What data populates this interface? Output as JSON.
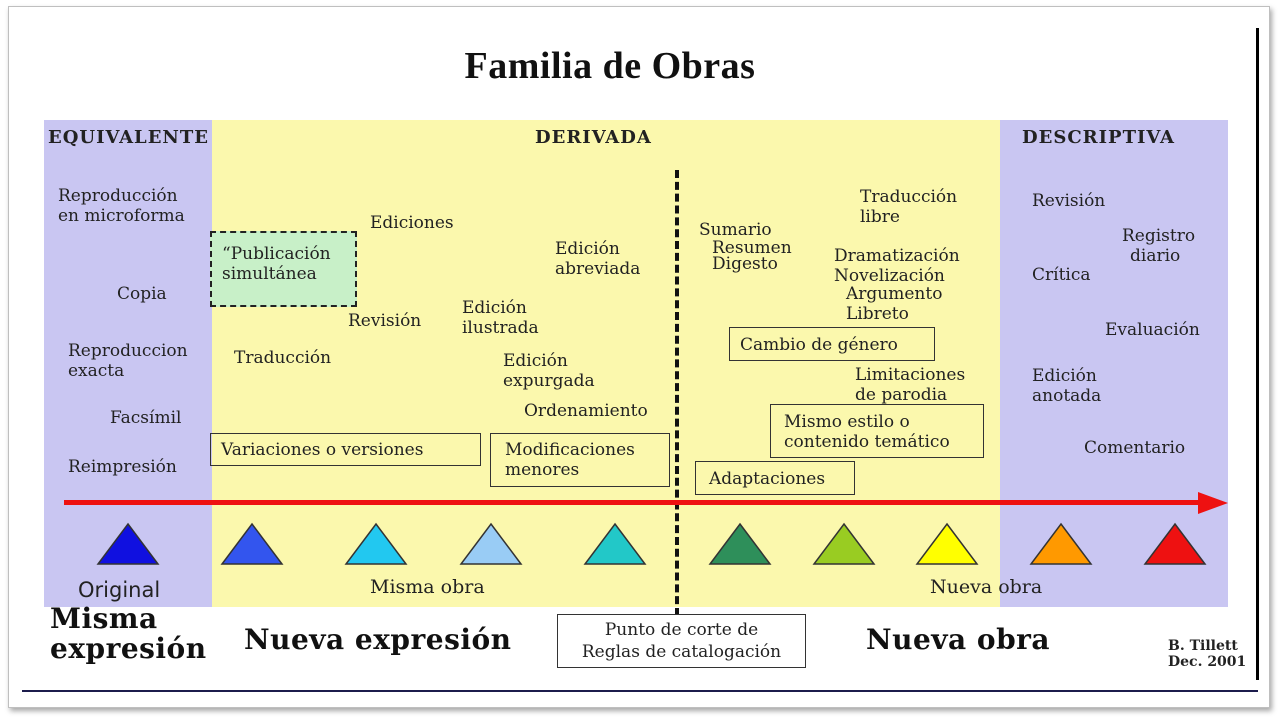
{
  "title": "Familia de Obras",
  "zones": {
    "equivalente": "EQUIVALENTE",
    "derivada": "DERIVADA",
    "descriptiva": "DESCRIPTIVA"
  },
  "equivalente_items": {
    "reproduccion_microforma": [
      "Reproducción",
      "en microforma"
    ],
    "copia": "Copia",
    "reproduccion_exacta": [
      "Reproduccion",
      "exacta"
    ],
    "facsimil": "Facsímil",
    "reimpresion": "Reimpresión"
  },
  "derivada_items": {
    "publicacion": [
      "“Publicación",
      "simultánea"
    ],
    "ediciones": "Ediciones",
    "revision": "Revisión",
    "traduccion": "Traducción",
    "edicion_abreviada": [
      "Edición",
      "abreviada"
    ],
    "edicion_ilustrada": [
      "Edición",
      "ilustrada"
    ],
    "edicion_expurgada": [
      "Edición",
      "expurgada"
    ],
    "ordenamiento": "Ordenamiento",
    "variaciones": "Variaciones o versiones",
    "modificaciones": [
      "Modificaciones",
      "menores"
    ],
    "sumario": "Sumario",
    "resumen": "Resumen",
    "digesto": "Digesto",
    "traduccion_libre": [
      "Traducción",
      "libre"
    ],
    "dramatizacion": "Dramatización",
    "novelizacion": "Novelización",
    "argumento": "Argumento",
    "libreto": "Libreto",
    "cambio_genero": "Cambio de género",
    "limitaciones": [
      "Limitaciones",
      "de parodia"
    ],
    "mismo_estilo": [
      "Mismo estilo o",
      "contenido temático"
    ],
    "adaptaciones": "Adaptaciones"
  },
  "descriptiva_items": {
    "revision": "Revisión",
    "registro": [
      "Registro",
      "diario"
    ],
    "critica": "Crítica",
    "evaluacion": "Evaluación",
    "edicion_anotada": [
      "Edición",
      "anotada"
    ],
    "comentario": "Comentario"
  },
  "triangle_colors": [
    "#1010e0",
    "#3355ee",
    "#22c8f0",
    "#99ccf5",
    "#22c8c8",
    "#2e8f5a",
    "#99cc22",
    "#ffff00",
    "#ff9900",
    "#ee1111"
  ],
  "bottom_labels": {
    "original": "Original",
    "misma_obra": "Misma obra",
    "nueva_obra_small": "Nueva obra"
  },
  "footer": {
    "misma_expresion": [
      "Misma",
      "expresión"
    ],
    "nueva_expresion": "Nueva expresión",
    "punto_corte": [
      "Punto de corte de",
      "Reglas de catalogación"
    ],
    "nueva_obra": "Nueva obra",
    "credit": [
      "B. Tillett",
      "Dec. 2001"
    ]
  },
  "colors": {
    "zone_blue": "#c9c6f2",
    "zone_yellow": "#fbf8ad",
    "arrow": "#ee1111",
    "dashed_box": "#c8f0c8"
  }
}
